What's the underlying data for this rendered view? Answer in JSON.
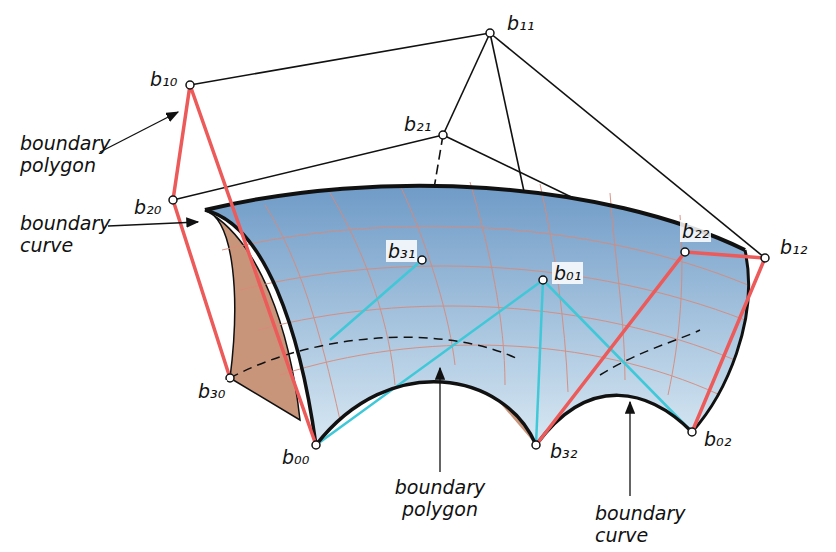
{
  "diagram": {
    "labels": [
      "b₁₁",
      "b₁₀",
      "b₂₁",
      "b₂₀",
      "b₃₁",
      "b₀₁",
      "b₂₂",
      "b₁₂",
      "b₃₀",
      "b₀₀",
      "b₃₂",
      "b₀₂",
      "boundary polygon",
      "boundary curve",
      "boundary polygon",
      "boundary curve"
    ]
  }
}
